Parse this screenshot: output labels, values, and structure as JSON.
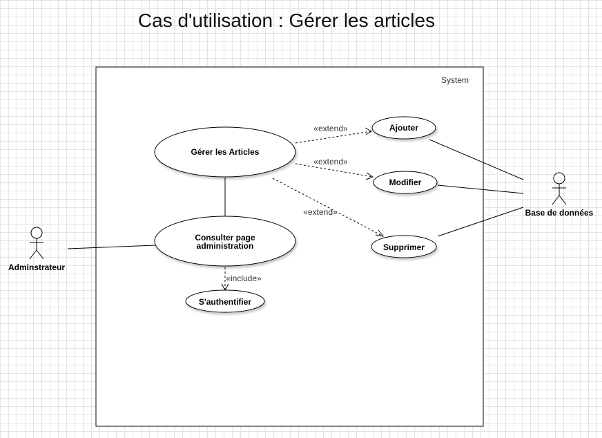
{
  "title": "Cas d'utilisation : Gérer les articles",
  "system": {
    "label": "System"
  },
  "actors": {
    "admin": "Adminstrateur",
    "database": "Base de données"
  },
  "use_cases": {
    "gerer_articles": "Gérer les Articles",
    "consulter_line1": "Consulter page",
    "consulter_line2": "administration",
    "authentifier": "S'authentifier",
    "ajouter": "Ajouter",
    "modifier": "Modifier",
    "supprimer": "Supprimer"
  },
  "stereotypes": {
    "extend": "«extend»",
    "include": "«include»"
  }
}
